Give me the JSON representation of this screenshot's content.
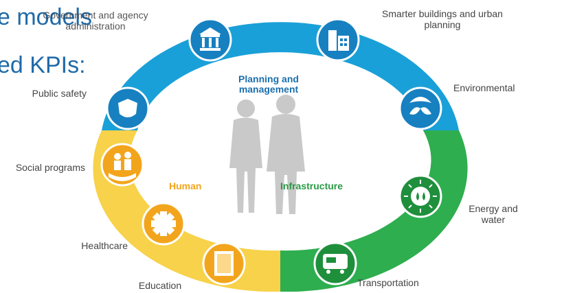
{
  "heading": {
    "line1": "e models",
    "line2": "ed KPIs:"
  },
  "center": {
    "planning": "Planning and management",
    "human": "Human",
    "infrastructure": "Infrastructure"
  },
  "labels": {
    "government": "Government and agency administration",
    "smarter_buildings": "Smarter buildings and urban planning",
    "environmental": "Environmental",
    "public_safety": "Public safety",
    "social_programs": "Social programs",
    "energy_water": "Energy and water",
    "healthcare": "Healthcare",
    "education": "Education",
    "transportation": "Transportation"
  },
  "colors": {
    "blue": "#1aa0d8",
    "yellow": "#f7d24a",
    "green": "#2eae4f",
    "heading": "#1f6aa8",
    "planning": "#1b6fae",
    "human": "#f2a51c",
    "infrastructure": "#2a9a45"
  }
}
